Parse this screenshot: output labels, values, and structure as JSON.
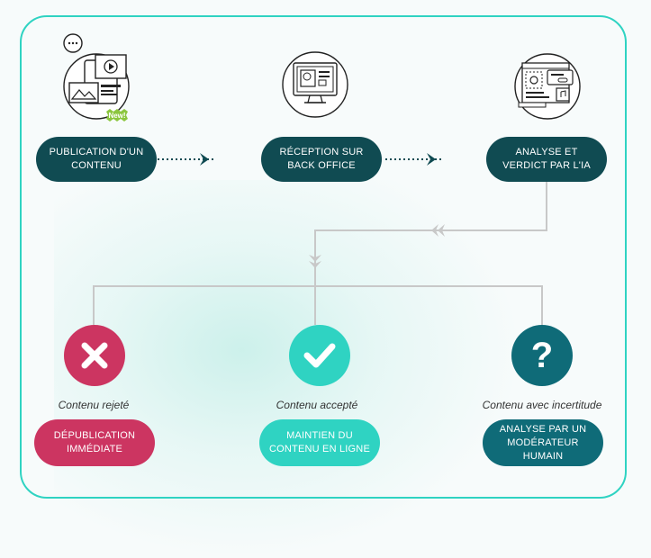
{
  "colors": {
    "border": "#2fd3c2",
    "dark_teal": "#104b52",
    "rejected": "#cc3561",
    "accepted": "#2fd3c2",
    "uncertain": "#0f6b78",
    "connector": "#c8c8c8"
  },
  "icons": {
    "publication": "publication-device-icon",
    "reception": "monitor-icon",
    "analysis": "ai-analysis-window-icon",
    "new_badge": "new-badge"
  },
  "new_badge": "New!",
  "steps": [
    {
      "label": "PUBLICATION D'UN CONTENU"
    },
    {
      "label": "RÉCEPTION SUR BACK OFFICE"
    },
    {
      "label": "ANALYSE ET VERDICT PAR L'IA"
    }
  ],
  "outcomes": [
    {
      "caption": "Contenu rejeté",
      "action": "DÉPUBLICATION IMMÉDIATE",
      "icon": "cross-icon"
    },
    {
      "caption": "Contenu accepté",
      "action": "MAINTIEN DU CONTENU EN LIGNE",
      "icon": "check-icon"
    },
    {
      "caption": "Contenu avec incertitude",
      "action": "ANALYSE PAR UN MODÉRATEUR HUMAIN",
      "icon": "question-icon",
      "symbol": "?"
    }
  ]
}
